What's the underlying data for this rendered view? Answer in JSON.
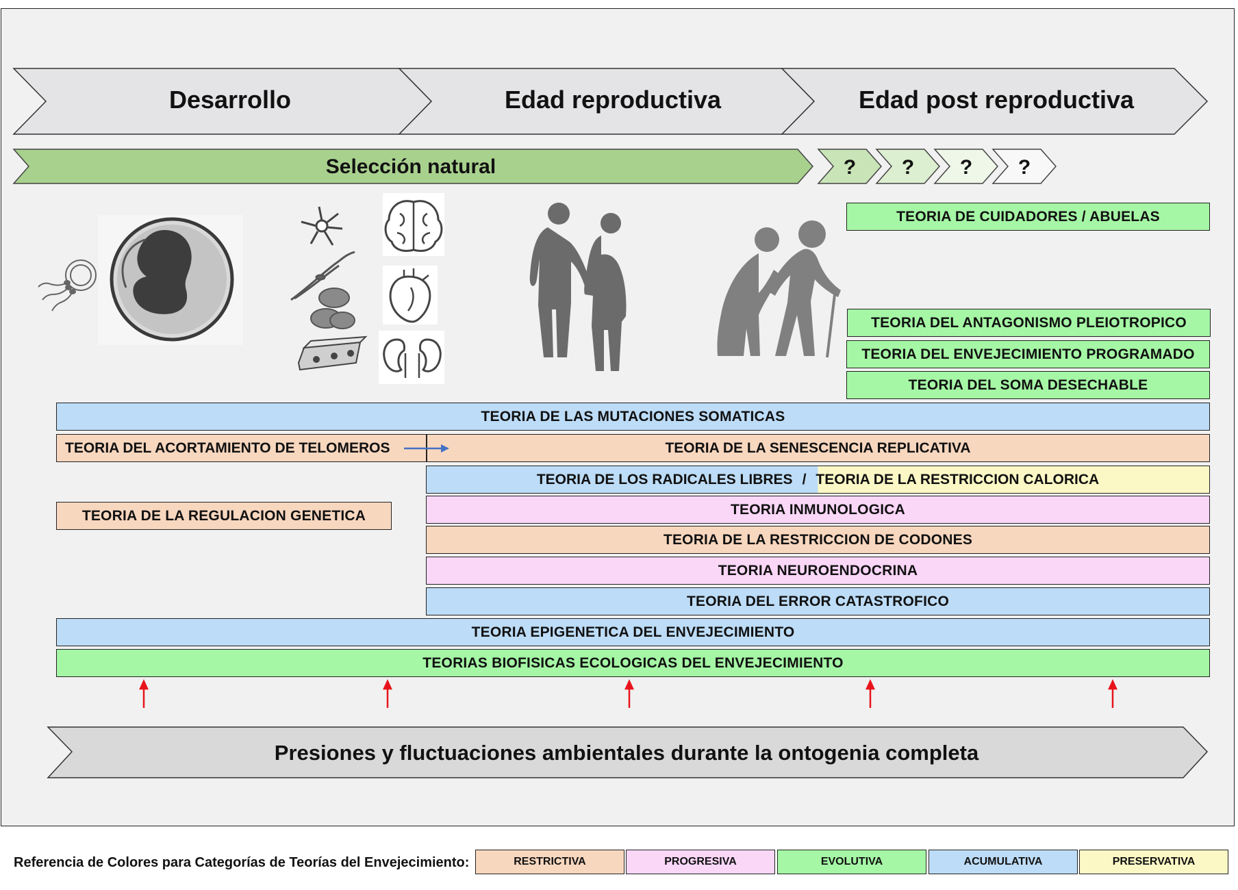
{
  "stages": [
    "Desarrollo",
    "Edad reproductiva",
    "Edad post reproductiva"
  ],
  "selection": {
    "label": "Selección natural",
    "unknown": [
      "?",
      "?",
      "?",
      "?"
    ]
  },
  "theories": {
    "cuidadores": "TEORIA DE CUIDADORES / ABUELAS",
    "antagonismo": "TEORIA DEL ANTAGONISMO PLEIOTROPICO",
    "programado": "TEORIA DEL ENVEJECIMIENTO PROGRAMADO",
    "soma": "TEORIA DEL SOMA DESECHABLE",
    "mutaciones": "TEORIA DE LAS MUTACIONES SOMATICAS",
    "telomeros": "TEORIA DEL ACORTAMIENTO DE TELOMEROS",
    "senescencia": "TEORIA DE LA SENESCENCIA REPLICATIVA",
    "radicales": "TEORIA DE LOS RADICALES LIBRES",
    "restriccion_calorica": "TEORIA DE LA RESTRICCION CALORICA",
    "regulacion": "TEORIA DE LA REGULACION GENETICA",
    "inmunologica": "TEORIA INMUNOLOGICA",
    "codones": "TEORIA DE LA RESTRICCION DE CODONES",
    "neuroendocrina": "TEORIA NEUROENDOCRINA",
    "error": "TEORIA DEL ERROR CATASTROFICO",
    "epigenetica": "TEORIA EPIGENETICA DEL ENVEJECIMIENTO",
    "biofisicas": "TEORIAS BIOFISICAS ECOLOGICAS DEL ENVEJECIMIENTO"
  },
  "separator": "/",
  "pressures": "Presiones y fluctuaciones ambientales durante la ontogenia completa",
  "legend": {
    "label": "Referencia de Colores para Categorías de Teorías del Envejecimiento:",
    "items": [
      "RESTRICTIVA",
      "PROGRESIVA",
      "EVOLUTIVA",
      "ACUMULATIVA",
      "PRESERVATIVA"
    ]
  },
  "colors": {
    "restrictiva": "#f8d7bf",
    "progresiva": "#fad6f7",
    "evolutiva": "#a5f7a5",
    "acumulativa": "#bddcf7",
    "preservativa": "#fbf8c6",
    "selection_green": "#a9d18e",
    "stage_grey": "#e4e4e6",
    "arrow_red": "#e8141b",
    "arrow_blue": "#4472c4"
  }
}
